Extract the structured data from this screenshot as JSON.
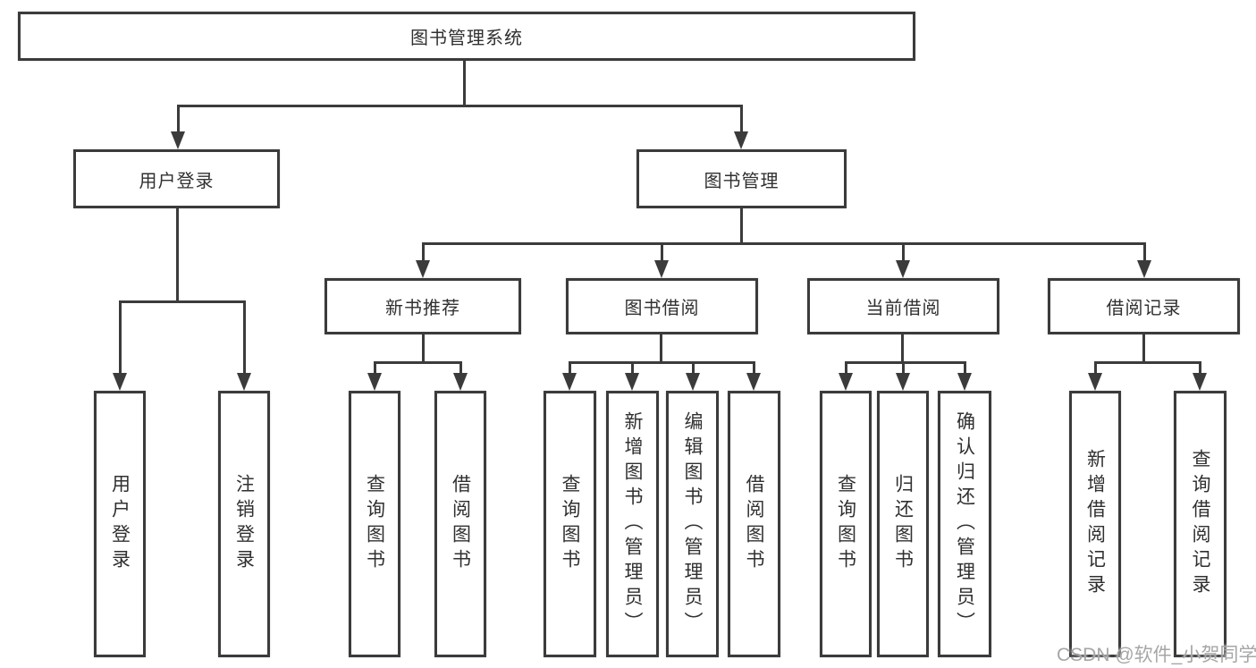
{
  "diagram_type": "hierarchy-tree",
  "colors": {
    "line": "#3b3b3b",
    "text": "#303030",
    "bg": "#ffffff",
    "watermark": "#a6a6a6"
  },
  "tree": {
    "root": {
      "label": "图书管理系统"
    },
    "branches": [
      {
        "label": "用户登录",
        "children": [
          {
            "label": "用户登录"
          },
          {
            "label": "注销登录"
          }
        ]
      },
      {
        "label": "图书管理",
        "children": [
          {
            "label": "新书推荐",
            "children": [
              {
                "label": "查询图书"
              },
              {
                "label": "借阅图书"
              }
            ]
          },
          {
            "label": "图书借阅",
            "children": [
              {
                "label": "查询图书"
              },
              {
                "label": "新增图书（管理员）"
              },
              {
                "label": "编辑图书（管理员）"
              },
              {
                "label": "借阅图书"
              }
            ]
          },
          {
            "label": "当前借阅",
            "children": [
              {
                "label": "查询图书"
              },
              {
                "label": "归还图书"
              },
              {
                "label": "确认归还（管理员）"
              }
            ]
          },
          {
            "label": "借阅记录",
            "children": [
              {
                "label": "新增借阅记录"
              },
              {
                "label": "查询借阅记录"
              }
            ]
          }
        ]
      }
    ]
  },
  "watermark": {
    "text": "CSDN @软件_小贺同学"
  }
}
